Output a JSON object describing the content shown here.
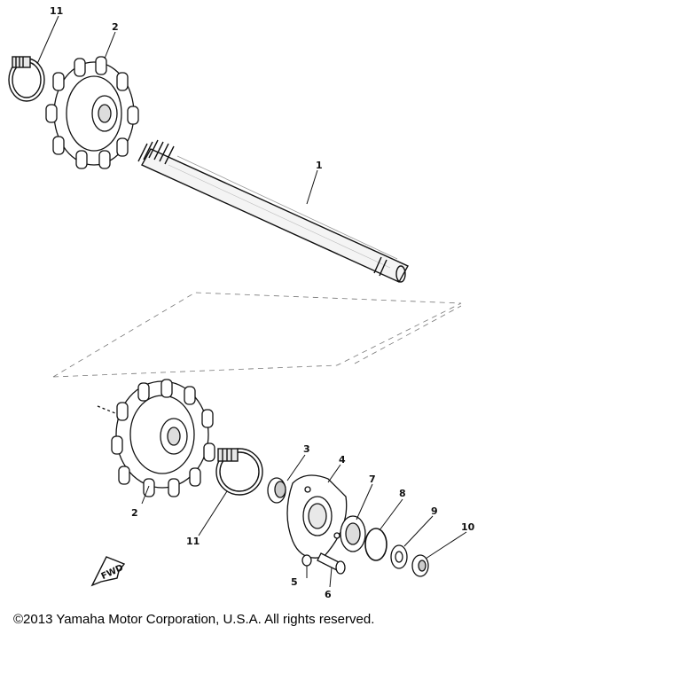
{
  "diagram": {
    "callouts": {
      "shaft": "1",
      "sprocket_upper": "2",
      "sprocket_lower": "2",
      "seal": "3",
      "bearing_housing": "4",
      "spring_washer": "5",
      "bolt": "6",
      "bearing": "7",
      "circlip": "8",
      "washer": "9",
      "nut": "10",
      "clamp_upper": "11",
      "clamp_lower": "11"
    },
    "direction_marker": "FWD"
  },
  "copyright": "©2013 Yamaha Motor Corporation, U.S.A. All rights reserved."
}
